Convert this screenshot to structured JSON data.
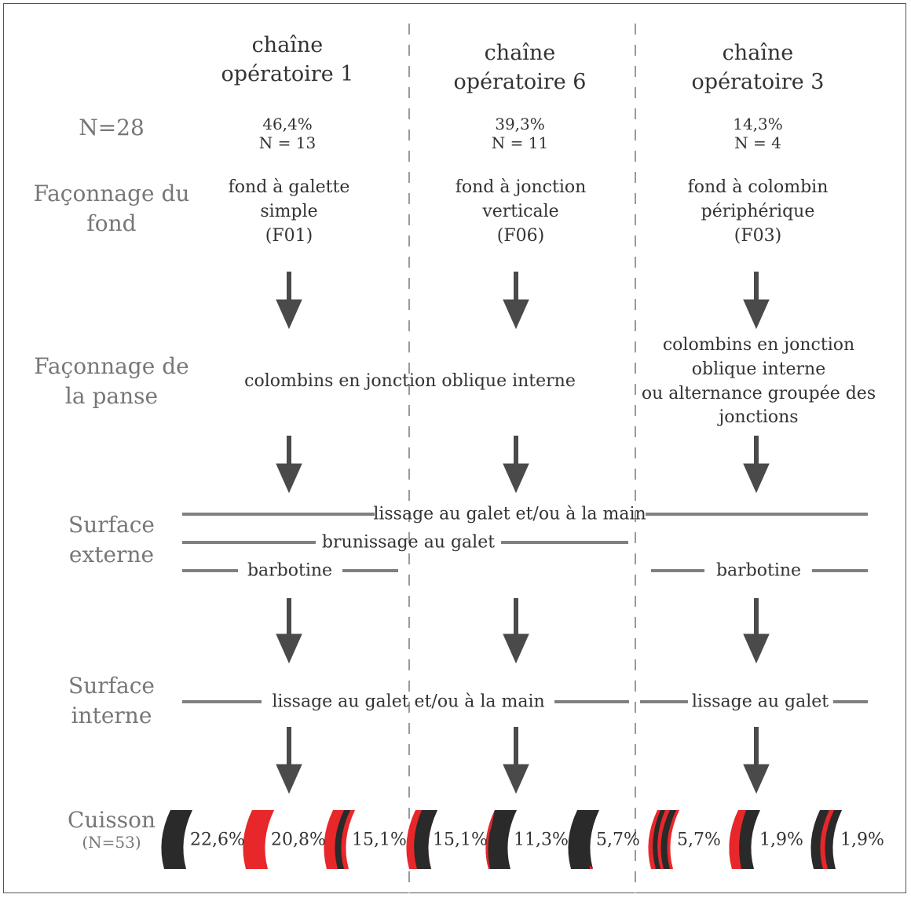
{
  "columns": [
    {
      "title": [
        "chaîne",
        "opératoire 1"
      ],
      "percent": "46,4%",
      "n": "N = 13",
      "fond": [
        "fond à galette",
        "simple",
        "(F01)"
      ]
    },
    {
      "title": [
        "chaîne",
        "opératoire 6"
      ],
      "percent": "39,3%",
      "n": "N = 11",
      "fond": [
        "fond à jonction",
        "verticale",
        "(F06)"
      ]
    },
    {
      "title": [
        "chaîne",
        "opératoire 3"
      ],
      "percent": "14,3%",
      "n": "N = 4",
      "fond": [
        "fond à colombin",
        "périphérique",
        "(F03)"
      ]
    }
  ],
  "rows": {
    "total": "N=28",
    "fond": [
      "Façonnage du",
      "fond"
    ],
    "panse": [
      "Façonnage de",
      "la panse"
    ],
    "externe": [
      "Surface",
      "externe"
    ],
    "interne": [
      "Surface",
      "interne"
    ],
    "cuisson": "Cuisson",
    "cuisson_n": "(N=53)"
  },
  "panse": {
    "shared": "colombins en jonction oblique interne",
    "col3": [
      "colombins en jonction",
      "oblique interne",
      "ou alternance groupée des",
      "jonctions"
    ]
  },
  "externe": {
    "lissage": "lissage au galet et/ou à la main",
    "brunissage": "brunissage au galet",
    "barbotine_1": "barbotine",
    "barbotine_3": "barbotine"
  },
  "interne": {
    "shared": "lissage au galet et/ou à la main",
    "col3": "lissage au galet"
  },
  "cuisson_items": [
    {
      "value": "22,6%",
      "pattern": "black"
    },
    {
      "value": "20,8%",
      "pattern": "red"
    },
    {
      "value": "15,1%",
      "pattern": "red-black-inner-red"
    },
    {
      "value": "15,1%",
      "pattern": "red-outer-black-core"
    },
    {
      "value": "11,3%",
      "pattern": "black-thin-red-outer"
    },
    {
      "value": "5,7%",
      "pattern": "black-thin-red-inner"
    },
    {
      "value": "5,7%",
      "pattern": "red-black-stripes"
    },
    {
      "value": "1,9%",
      "pattern": "red-inner-black-outer"
    },
    {
      "value": "1,9%",
      "pattern": "black-thin-red-stripe"
    }
  ],
  "colors": {
    "arrow": "#4a4a4a",
    "line": "#808080",
    "divider": "#9a9a9a",
    "red": "#e8272a",
    "black": "#2a2a2a"
  }
}
